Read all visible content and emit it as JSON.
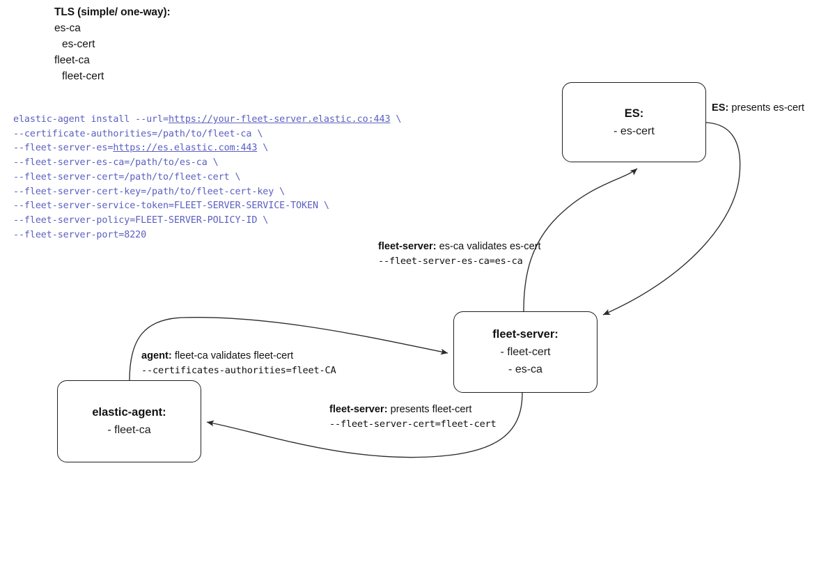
{
  "legend": {
    "title": "TLS (simple/ one-way):",
    "lines": [
      {
        "text": "es-ca",
        "indent": false
      },
      {
        "text": "es-cert",
        "indent": true
      },
      {
        "text": "fleet-ca",
        "indent": false
      },
      {
        "text": "fleet-cert",
        "indent": true
      }
    ]
  },
  "command": {
    "lines": [
      [
        {
          "t": "elastic-agent install --url=",
          "url": false
        },
        {
          "t": "https://your-fleet-server.elastic.co:443",
          "url": true
        },
        {
          "t": " \\",
          "url": false
        }
      ],
      [
        {
          "t": "--certificate-authorities=/path/to/fleet-ca \\",
          "url": false
        }
      ],
      [
        {
          "t": "--fleet-server-es=",
          "url": false
        },
        {
          "t": "https://es.elastic.com:443",
          "url": true
        },
        {
          "t": " \\",
          "url": false
        }
      ],
      [
        {
          "t": "--fleet-server-es-ca=/path/to/es-ca \\",
          "url": false
        }
      ],
      [
        {
          "t": "--fleet-server-cert=/path/to/fleet-cert \\",
          "url": false
        }
      ],
      [
        {
          "t": "--fleet-server-cert-key=/path/to/fleet-cert-key \\",
          "url": false
        }
      ],
      [
        {
          "t": "--fleet-server-service-token=FLEET-SERVER-SERVICE-TOKEN \\",
          "url": false
        }
      ],
      [
        {
          "t": "--fleet-server-policy=FLEET-SERVER-POLICY-ID \\",
          "url": false
        }
      ],
      [
        {
          "t": "--fleet-server-port=8220",
          "url": false
        }
      ]
    ]
  },
  "nodes": {
    "es": {
      "title": "ES:",
      "items": [
        "- es-cert"
      ]
    },
    "fleet_server": {
      "title": "fleet-server:",
      "items": [
        "- fleet-cert",
        "- es-ca"
      ]
    },
    "elastic_agent": {
      "title": "elastic-agent:",
      "items": [
        "- fleet-ca"
      ]
    }
  },
  "edge_labels": {
    "es_presents": {
      "actor": "ES:",
      "text": " presents es-cert"
    },
    "fleet_validates": {
      "actor": "fleet-server:",
      "text": " es-ca validates es-cert",
      "flag": "--fleet-server-es-ca=es-ca"
    },
    "agent_validates": {
      "actor": "agent:",
      "text": " fleet-ca validates fleet-cert",
      "flag": "--certificates-authorities=fleet-CA"
    },
    "fleet_presents": {
      "actor": "fleet-server:",
      "text": " presents fleet-cert",
      "flag": "--fleet-server-cert=fleet-cert"
    }
  },
  "colors": {
    "command_text": "#5a5fc0",
    "stroke": "#1f1f1f",
    "edge": "#2b2b2b",
    "background": "#ffffff"
  }
}
